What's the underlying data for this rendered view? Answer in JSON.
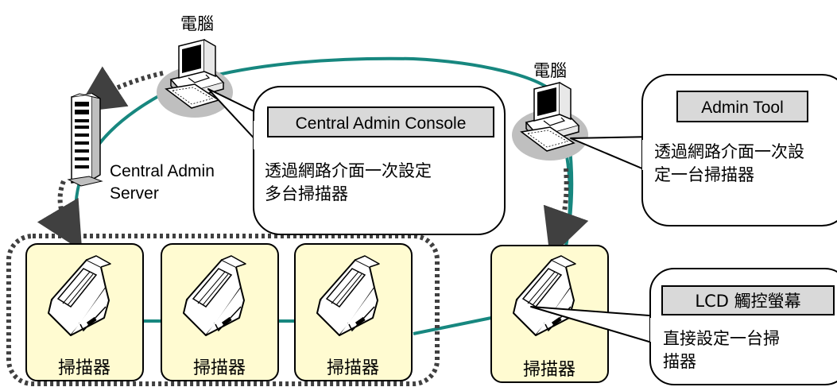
{
  "computer_left": {
    "label": "電腦"
  },
  "computer_right": {
    "label": "電腦"
  },
  "server": {
    "label_line1": "Central Admin",
    "label_line2": "Server"
  },
  "callout_central": {
    "title": "Central Admin Console",
    "line1": "透過網路介面一次設定",
    "line2": "多台掃描器"
  },
  "callout_admin": {
    "title": "Admin Tool",
    "line1": "透過網路介面一次設",
    "line2": "定一台掃描器"
  },
  "callout_lcd": {
    "title": "LCD 觸控螢幕",
    "line1": "直接設定一台掃",
    "line2": "描器"
  },
  "scanners": [
    {
      "label": "掃描器"
    },
    {
      "label": "掃描器"
    },
    {
      "label": "掃描器"
    },
    {
      "label": "掃描器"
    }
  ],
  "colors": {
    "network_line": "#17877f",
    "scanner_box": "#fffbd1",
    "title_box": "#d9d9d9",
    "arrow": "#404040",
    "base_ellipse": "#bfbfbf"
  }
}
